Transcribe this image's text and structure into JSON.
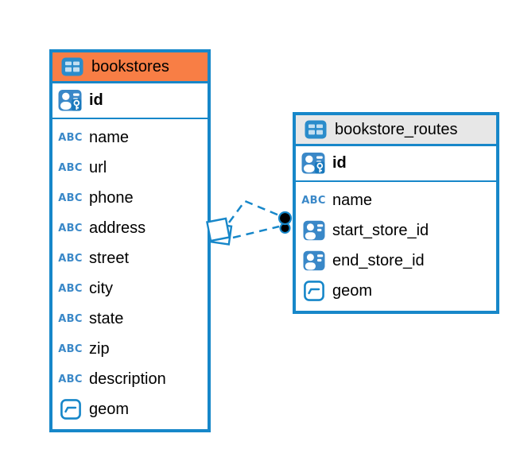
{
  "canvas": {
    "background": "#ffffff"
  },
  "colors": {
    "accent_blue": "#1787C9",
    "badge_blue": "#3A88C8",
    "bookstores_header": "#F87E45",
    "routes_header": "#E7E7E7",
    "text": "#000000",
    "connector_dot": "#000000"
  },
  "icons": {
    "abc_label": "ABC"
  },
  "entities": [
    {
      "title": "bookstores",
      "primary_key": {
        "name": "id"
      },
      "columns": [
        {
          "name": "name"
        },
        {
          "name": "url"
        },
        {
          "name": "phone"
        },
        {
          "name": "address"
        },
        {
          "name": "street"
        },
        {
          "name": "city"
        },
        {
          "name": "state"
        },
        {
          "name": "zip"
        },
        {
          "name": "description"
        },
        {
          "name": "geom"
        }
      ]
    },
    {
      "title": "bookstore_routes",
      "primary_key": {
        "name": "id"
      },
      "columns": [
        {
          "name": "name"
        },
        {
          "name": "start_store_id"
        },
        {
          "name": "end_store_id"
        },
        {
          "name": "geom"
        }
      ]
    }
  ],
  "connectors": {
    "style": "dashed",
    "color": "#1787C9",
    "count": 2,
    "between": [
      "bookstores",
      "bookstore_routes"
    ]
  }
}
